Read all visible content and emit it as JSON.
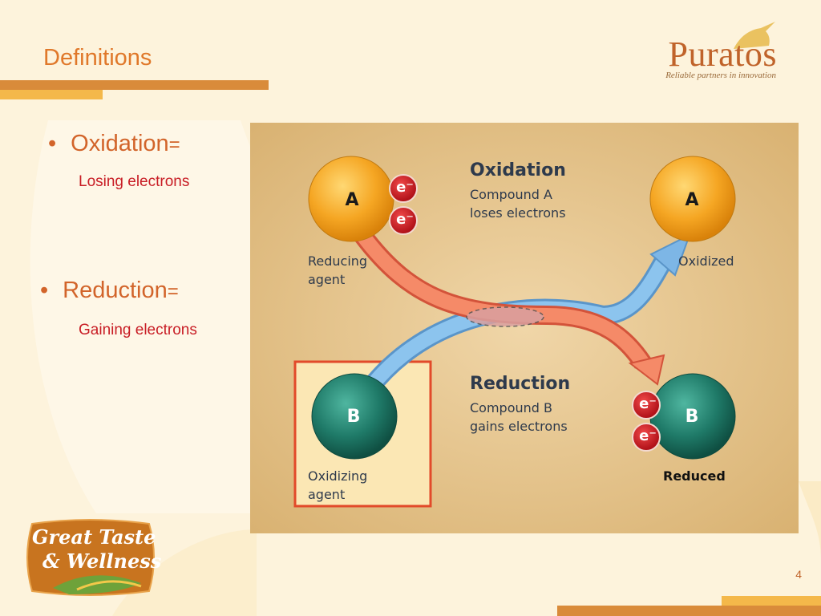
{
  "slide": {
    "title": "Definitions",
    "page_number": "4"
  },
  "brand": {
    "name": "Puratos",
    "tagline": "Reliable partners in innovation"
  },
  "badge": {
    "line1": "Great Taste",
    "line2": "& Wellness"
  },
  "bullets": [
    {
      "symbol": "•",
      "term": "Oxidation",
      "eq": "=",
      "definition": "Losing electrons"
    },
    {
      "symbol": "•",
      "term": "Reduction",
      "eq": "=",
      "definition": "Gaining electrons"
    }
  ],
  "diagram": {
    "oxidation_heading": "Oxidation",
    "oxidation_desc_1": "Compound A",
    "oxidation_desc_2": "loses electrons",
    "reduction_heading": "Reduction",
    "reduction_desc_1": "Compound B",
    "reduction_desc_2": "gains electrons",
    "compound_a": "A",
    "compound_b": "B",
    "electron": "e⁻",
    "reducing_agent_1": "Reducing",
    "reducing_agent_2": "agent",
    "oxidizing_agent_1": "Oxidizing",
    "oxidizing_agent_2": "agent",
    "oxidized": "Oxidized",
    "reduced": "Reduced"
  },
  "colors": {
    "title": "#e0782a",
    "definition_text": "#c81d25",
    "accent_bar": "#d98b3a",
    "compound_a": "#f5a623",
    "compound_b": "#1f7a68",
    "electron": "#c81d25",
    "red_arrow": "#f07a5a",
    "blue_arrow": "#6aaee0"
  }
}
